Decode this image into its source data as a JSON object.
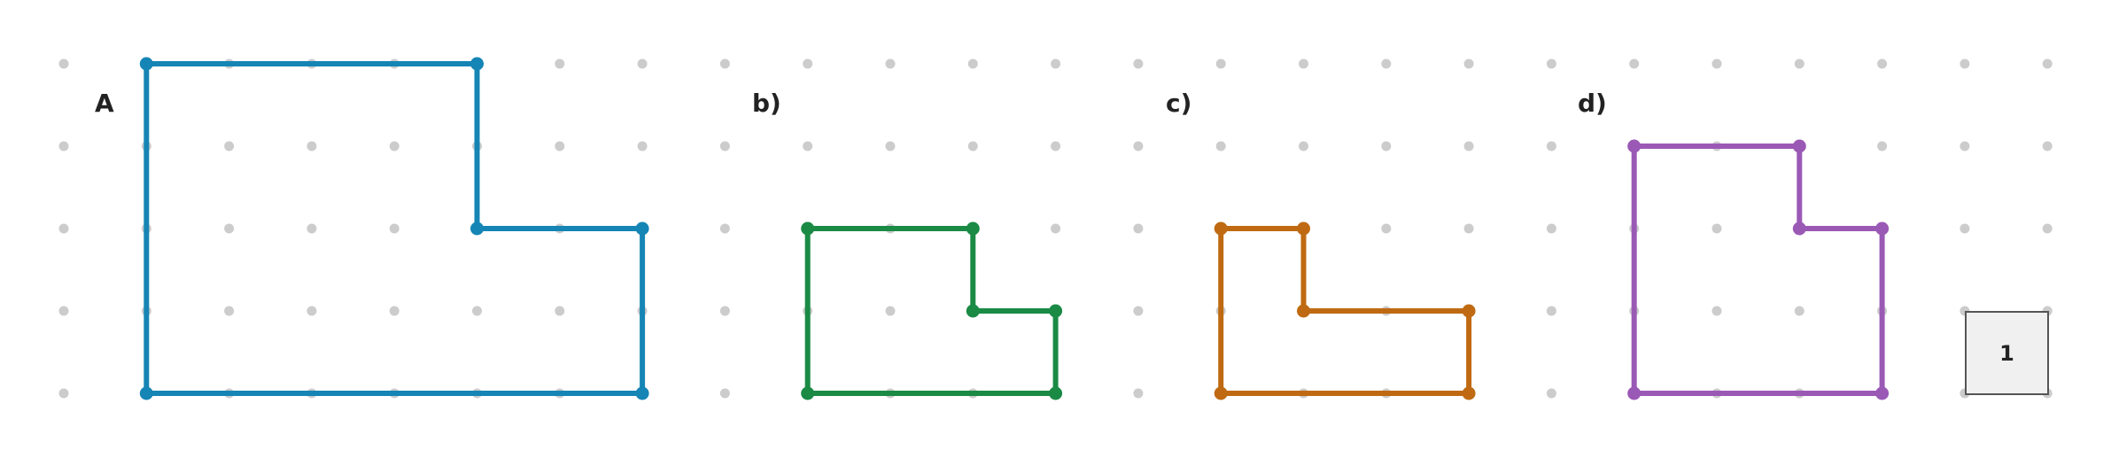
{
  "grid": {
    "cols": 25,
    "rows": 5,
    "dot_color": "#cccccc"
  },
  "labels": {
    "A": "A",
    "b": "b)",
    "c": "c)",
    "d": "d)"
  },
  "unit_square": {
    "label": "1",
    "fill": "#f0f0f0",
    "stroke": "#555555",
    "cell": [
      23,
      3
    ]
  },
  "shapes": [
    {
      "id": "A",
      "color": "#1585b5",
      "vertices": [
        [
          1,
          0
        ],
        [
          5,
          0
        ],
        [
          5,
          2
        ],
        [
          7,
          2
        ],
        [
          7,
          4
        ],
        [
          1,
          4
        ]
      ]
    },
    {
      "id": "b",
      "color": "#1a8a45",
      "vertices": [
        [
          9,
          2
        ],
        [
          11,
          2
        ],
        [
          11,
          3
        ],
        [
          12,
          3
        ],
        [
          12,
          4
        ],
        [
          9,
          4
        ]
      ]
    },
    {
      "id": "c",
      "color": "#bf6a12",
      "vertices": [
        [
          14,
          2
        ],
        [
          15,
          2
        ],
        [
          15,
          3
        ],
        [
          17,
          3
        ],
        [
          17,
          4
        ],
        [
          14,
          4
        ]
      ]
    },
    {
      "id": "d",
      "color": "#9b59b6",
      "vertices": [
        [
          19,
          1
        ],
        [
          21,
          1
        ],
        [
          21,
          2
        ],
        [
          22,
          2
        ],
        [
          22,
          4
        ],
        [
          19,
          4
        ]
      ]
    }
  ]
}
